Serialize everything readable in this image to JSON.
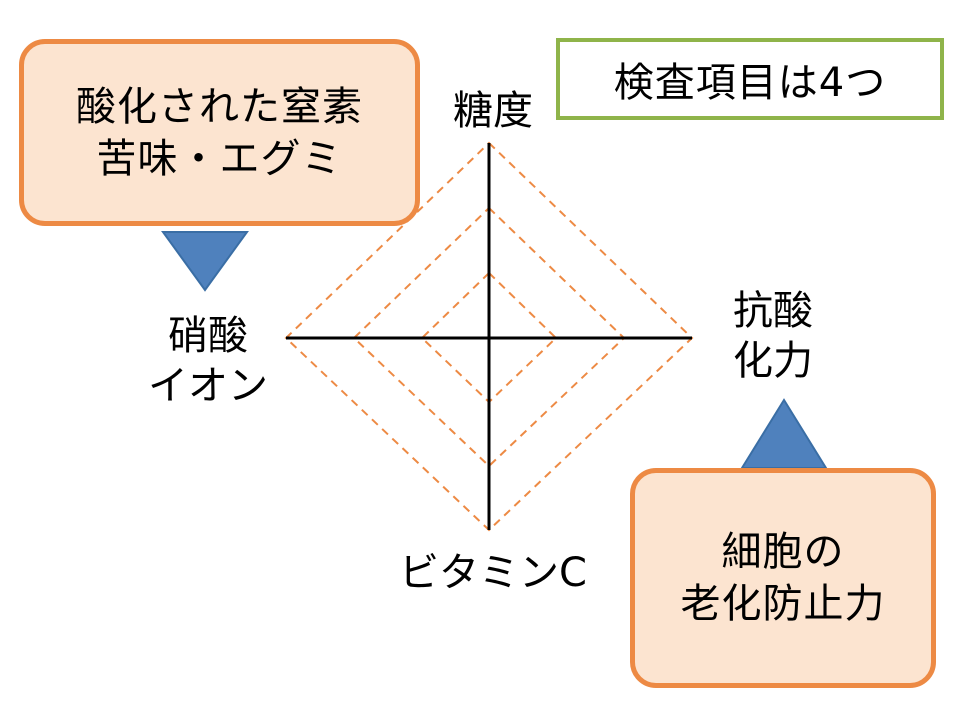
{
  "title": "検査項目は4つ",
  "axes": {
    "top": "糖度",
    "left": [
      "硝酸",
      "イオン"
    ],
    "right": [
      "抗酸",
      "化力"
    ],
    "bottom": "ビタミンC"
  },
  "callouts": {
    "top_left": [
      "酸化された窒素",
      "苦味・エグミ"
    ],
    "bottom_right": [
      "細胞の",
      "老化防止力"
    ]
  },
  "colors": {
    "callout_fill": "#fce4d0",
    "callout_border": "#ed8a44",
    "dashed_diamonds": "#ed8a44",
    "triangles": "#4f81bd",
    "title_border": "#8fb44a"
  }
}
